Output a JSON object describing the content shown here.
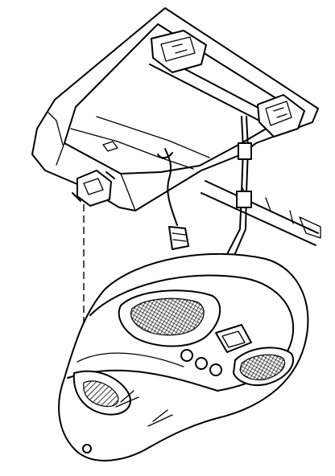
{
  "figure": {
    "kind": "exploded-view line drawing",
    "parts": [
      "headliner-frame",
      "mounting-bracket-left",
      "mounting-bracket-right",
      "wiring-harness",
      "harness-connector",
      "overhead-console",
      "map-lamp-lens-left",
      "map-lamp-lens-right",
      "control-buttons",
      "storage-compartment"
    ]
  },
  "colors": {
    "line": "#000000",
    "background": "#ffffff"
  }
}
